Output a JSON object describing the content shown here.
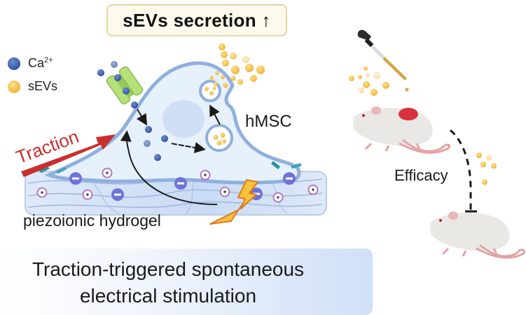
{
  "title": {
    "text": "sEVs secretion",
    "arrow_icon": "up-arrow"
  },
  "legend": [
    {
      "label": "Ca",
      "superscript": "2+",
      "color": "#3a5ba8",
      "icon": "calcium-ion-icon"
    },
    {
      "label": "sEVs",
      "superscript": "",
      "color": "#f4c24f",
      "icon": "sev-vesicle-icon"
    }
  ],
  "labels": {
    "traction": "Traction",
    "cell": "hMSC",
    "hydrogel": "piezoionic hydrogel",
    "efficacy": "Efficacy"
  },
  "bottom_banner": {
    "line1": "Traction-triggered spontaneous",
    "line2": "electrical stimulation"
  },
  "colors": {
    "traction_arrow": "#c9302c",
    "cell_fill": "#e6f1fc",
    "cell_membrane": "#8fb0de",
    "channel": "#a9d86e",
    "calcium": "#3a5ba8",
    "sev": "#f4c24f",
    "hydrogel": "#d9e6f7",
    "lightning": "#f6c33a",
    "negative_charge": "#6f73d6",
    "positive_charge": "#b06bbd",
    "wound": "#d8333c"
  }
}
